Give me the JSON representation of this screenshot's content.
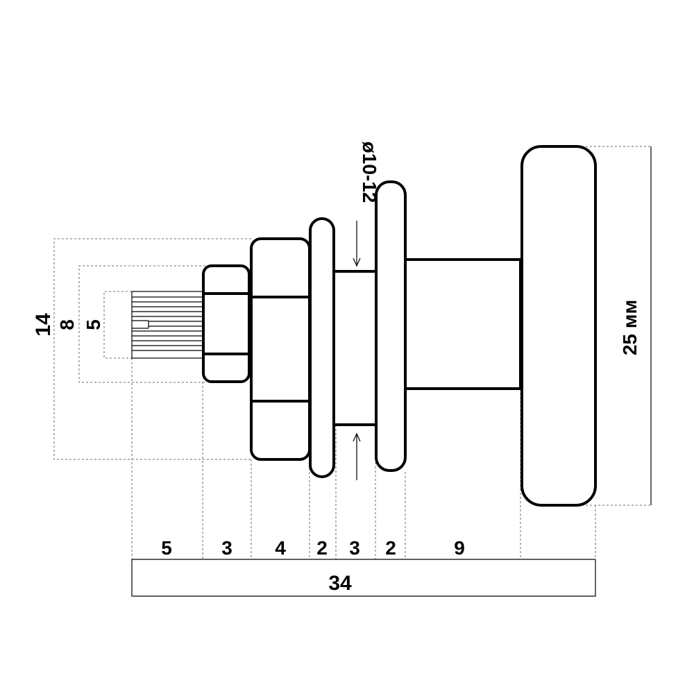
{
  "dimensions": {
    "segments": [
      "5",
      "3",
      "4",
      "2",
      "3",
      "2",
      "9"
    ],
    "total": "34",
    "height_outer": "14",
    "height_middle": "8",
    "height_inner": "5",
    "diameter": "ø10-12",
    "knob_height": "25 мм"
  }
}
